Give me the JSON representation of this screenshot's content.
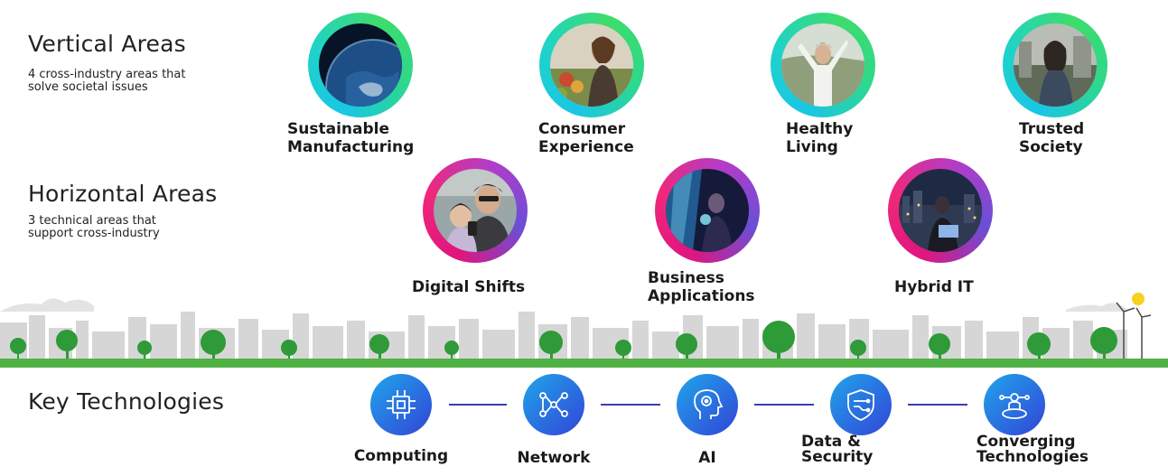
{
  "vertical": {
    "title": "Vertical Areas",
    "subtitle": [
      "4 cross-industry areas that",
      "solve societal issues"
    ],
    "items": [
      {
        "line1": "Sustainable",
        "line2": "Manufacturing",
        "photo": "earth-from-space"
      },
      {
        "line1": "Consumer",
        "line2": "Experience",
        "photo": "woman-shopping-produce"
      },
      {
        "line1": "Healthy",
        "line2": "Living",
        "photo": "woman-stretching-outdoors"
      },
      {
        "line1": "Trusted",
        "line2": "Society",
        "photo": "woman-in-city"
      }
    ]
  },
  "horizontal": {
    "title": "Horizontal Areas",
    "subtitle": [
      "3 technical areas that",
      "support cross-industry"
    ],
    "items": [
      {
        "line1": "Digital Shifts",
        "line2": "",
        "photo": "father-and-child-with-phone"
      },
      {
        "line1": "Business",
        "line2": "Applications",
        "photo": "person-with-light-display"
      },
      {
        "line1": "Hybrid IT",
        "line2": "",
        "photo": "person-with-laptop-city-night"
      }
    ]
  },
  "key_technologies": {
    "title": "Key Technologies",
    "items": [
      {
        "line1": "Computing",
        "line2": "",
        "icon": "chip-icon"
      },
      {
        "line1": "Network",
        "line2": "",
        "icon": "network-nodes-icon"
      },
      {
        "line1": "AI",
        "line2": "",
        "icon": "ai-head-icon"
      },
      {
        "line1": "Data &",
        "line2": "Security",
        "icon": "shield-circuit-icon"
      },
      {
        "line1": "Converging",
        "line2": "Technologies",
        "icon": "person-network-icon"
      }
    ]
  },
  "colors": {
    "vertical_ring": "#1fd3c9",
    "horizontal_ring": "#e0157f",
    "tech_icon": "#2a6fe0",
    "connector": "#3a3fae",
    "ground": "#4fb144",
    "sun": "#f5d21f"
  }
}
